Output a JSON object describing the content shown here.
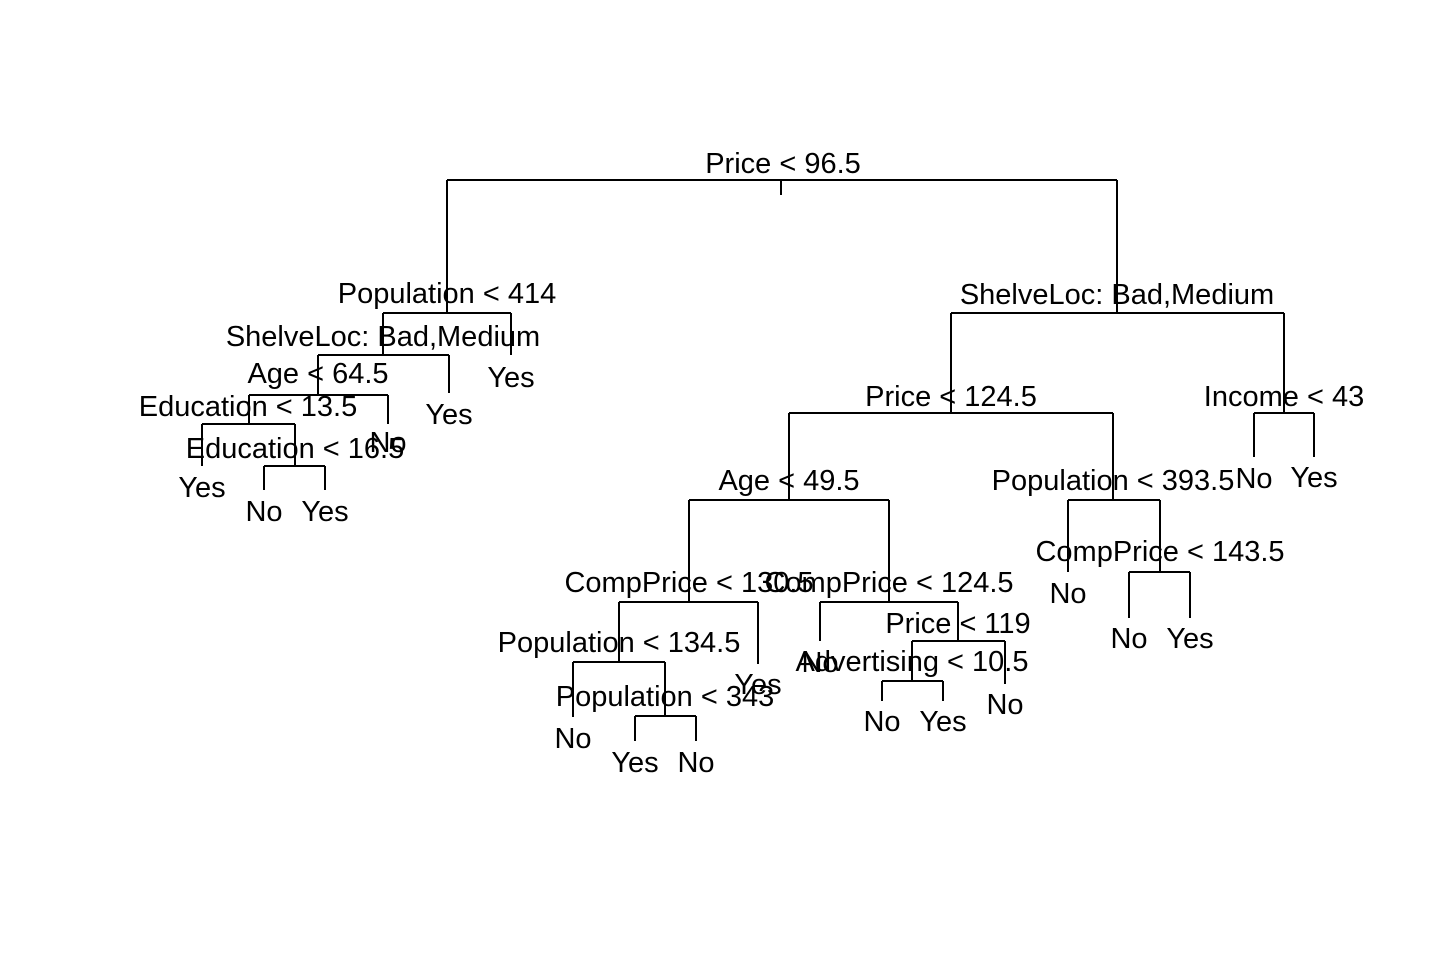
{
  "colors": {
    "line": "#000000",
    "text": "#000000",
    "background": "#ffffff"
  },
  "splits": {
    "root": "Price < 96.5",
    "L": "Population < 414",
    "LL": "ShelveLoc: Bad,Medium",
    "LLL": "Age < 64.5",
    "LLLL": "Education < 13.5",
    "LLLLR": "Education < 16.5",
    "R": "ShelveLoc: Bad,Medium",
    "RL": "Price < 124.5",
    "RLL": "Age < 49.5",
    "RLLL": "CompPrice < 130.5",
    "RLLLL": "Population < 134.5",
    "RLLLLR": "Population < 343",
    "RLLR": "CompPrice < 124.5",
    "RLLRR": "Price < 119",
    "RLLRRL": "Advertising < 10.5",
    "RLR": "Population < 393.5",
    "RLRR": "CompPrice < 143.5",
    "RR": "Income < 43"
  },
  "leaves": {
    "LLLLL": "Yes",
    "LLLLRL": "No",
    "LLLLRR": "Yes",
    "LLLR": "No",
    "LLR": "Yes",
    "LR": "Yes",
    "RLLLLL": "No",
    "RLLLLRL": "Yes",
    "RLLLLRR": "No",
    "RLLLR": "Yes",
    "RLLRL": "No",
    "RLLRRLL": "No",
    "RLLRRLR": "Yes",
    "RLLRRR": "No",
    "RLRL": "No",
    "RLRRL": "No",
    "RLRRR": "Yes",
    "RRL": "No",
    "RRR": "Yes"
  }
}
